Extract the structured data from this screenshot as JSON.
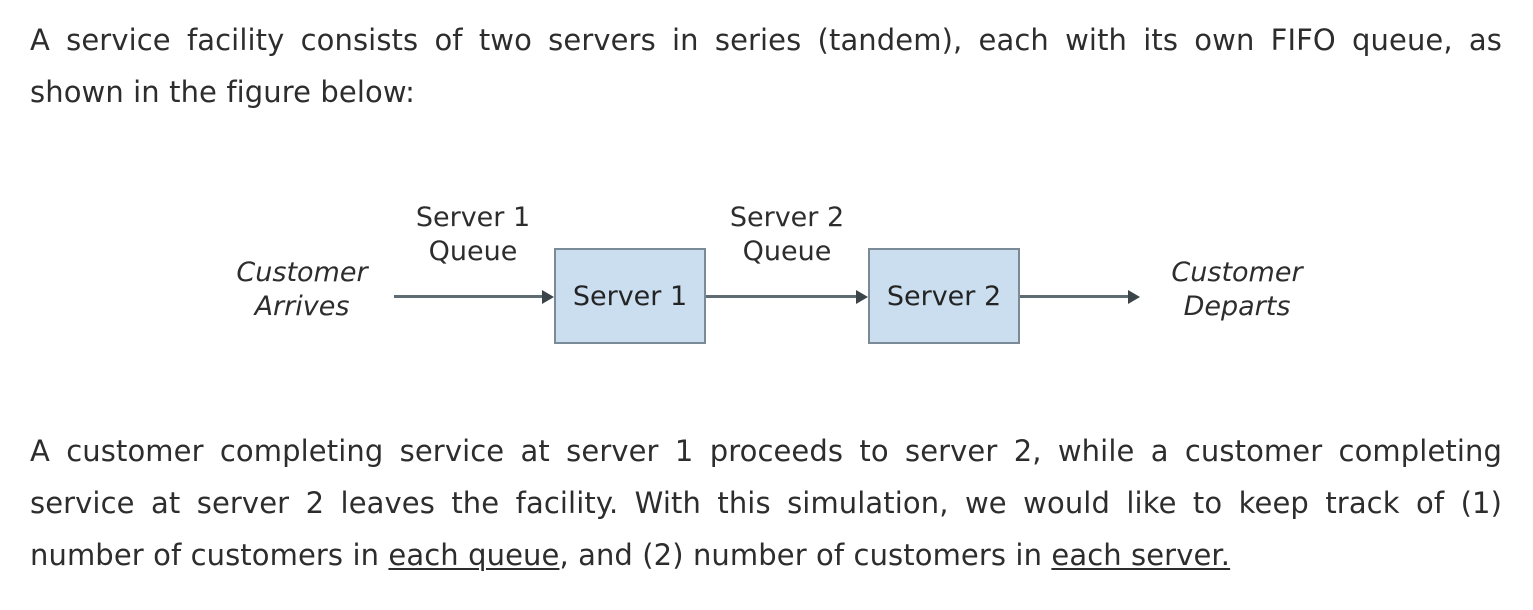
{
  "document": {
    "paragraph_top": {
      "line_1": "A service facility consists of two servers in series (tandem), each with its own FIFO queue, as",
      "line_2": "shown in the figure below:",
      "full_text": "A service facility consists of two servers in series (tandem), each with its own FIFO queue, as shown in the figure below:"
    },
    "paragraph_bottom": {
      "line_1": "A customer completing service at server 1 proceeds to server 2, while a customer completing",
      "line_2": "service at server 2 leaves the facility. With this simulation, we would like to keep track of (1)",
      "line_3_part_1": "number of customers in ",
      "line_3_underlined_1": "each queue",
      "line_3_part_2": ", and (2) number of customers in ",
      "line_3_underlined_2": "each server.",
      "full_text": "A customer completing service at server 1 proceeds to server 2, while a customer completing service at server 2 leaves the facility. With this simulation, we would like to keep track of (1) number of customers in each queue, and (2) number of customers in each server."
    }
  },
  "diagram": {
    "type": "tandem-queue-flow",
    "entry_label": "Customer\nArrives",
    "exit_label": "Customer\nDeparts",
    "queue_label_1": "Server 1\nQueue",
    "queue_label_2": "Server 2\nQueue",
    "server_box_1": "Server 1",
    "server_box_2": "Server 2",
    "colors": {
      "box_fill": "#cadef0",
      "box_border": "#7b8a97",
      "arrow": "#5f6b72",
      "text": "#2d2d2d"
    }
  }
}
